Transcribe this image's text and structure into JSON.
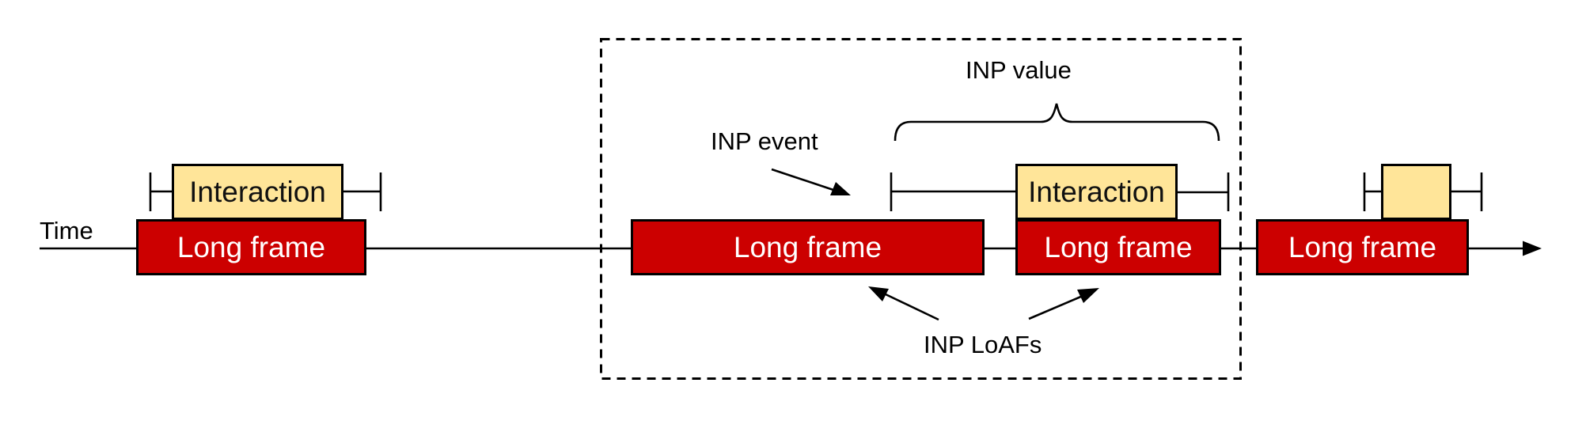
{
  "colors": {
    "long_frame": "#cc0000",
    "interaction": "#ffe599",
    "stroke": "#000000",
    "background": "#ffffff"
  },
  "labels": {
    "time": "Time",
    "inp_event": "INP event",
    "inp_value": "INP value",
    "inp_loafs": "INP LoAFs"
  },
  "boxes": [
    {
      "id": "long-frame-1",
      "label": "Long frame"
    },
    {
      "id": "interaction-1",
      "label": "Interaction"
    },
    {
      "id": "long-frame-2",
      "label": "Long frame"
    },
    {
      "id": "long-frame-3",
      "label": "Long frame"
    },
    {
      "id": "interaction-2",
      "label": "Interaction"
    },
    {
      "id": "long-frame-4",
      "label": "Long frame"
    },
    {
      "id": "interaction-3",
      "label": ""
    }
  ]
}
